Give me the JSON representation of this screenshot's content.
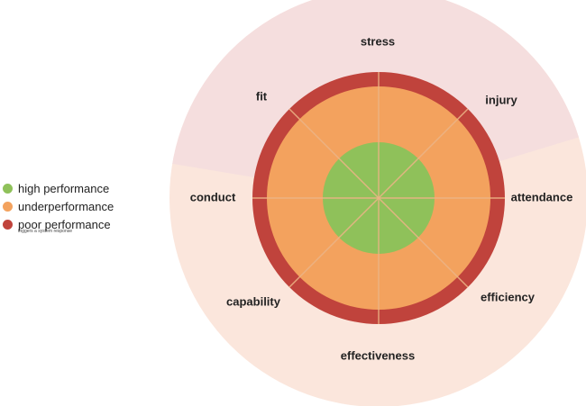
{
  "legend": {
    "items": [
      {
        "label": "high performance",
        "color": "#8fc15a"
      },
      {
        "label": "underperformance",
        "color": "#f3a25e"
      },
      {
        "label": "poor performance",
        "color": "#c0433c"
      }
    ],
    "note": "triggers a system response"
  },
  "diagram": {
    "segments": [
      "stress",
      "injury",
      "attendance",
      "efficiency",
      "effectiveness",
      "capability",
      "conduct",
      "fit"
    ],
    "colors": {
      "outer_top": "#f5dede",
      "outer_bottom": "#fbe6dc",
      "poor": "#c0433c",
      "under": "#f3a25e",
      "high": "#8fc15a",
      "spokes": "#ecb486",
      "labels": "#222222"
    }
  }
}
